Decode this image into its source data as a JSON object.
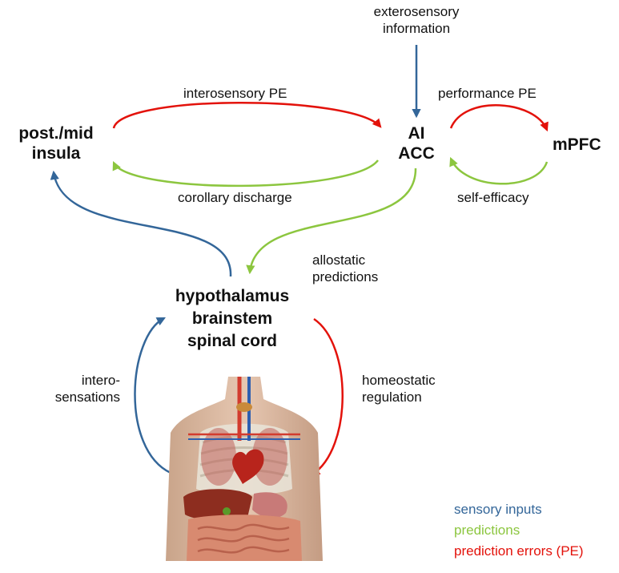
{
  "nodes": {
    "insula": [
      "post./mid",
      "insula"
    ],
    "ai_acc": [
      "AI",
      "ACC"
    ],
    "mpfc": "mPFC",
    "lower": [
      "hypothalamus",
      "brainstem",
      "spinal cord"
    ]
  },
  "labels": {
    "exterosensory": [
      "exterosensory",
      "information"
    ],
    "interosensory_pe": "interosensory PE",
    "performance_pe": "performance PE",
    "corollary_discharge": "corollary discharge",
    "self_efficacy": "self-efficacy",
    "allostatic": [
      "allostatic",
      "predictions"
    ],
    "interosensations": [
      "intero-",
      "sensations"
    ],
    "homeostatic": [
      "homeostatic",
      "regulation"
    ]
  },
  "legend": {
    "sensory_inputs": "sensory inputs",
    "predictions": "predictions",
    "prediction_errors": "prediction errors (PE)"
  },
  "colors": {
    "sensory": "#336699",
    "prediction": "#8cc63f",
    "error": "#e3120b"
  },
  "icons": {
    "body": "human-torso-anatomy-icon"
  }
}
